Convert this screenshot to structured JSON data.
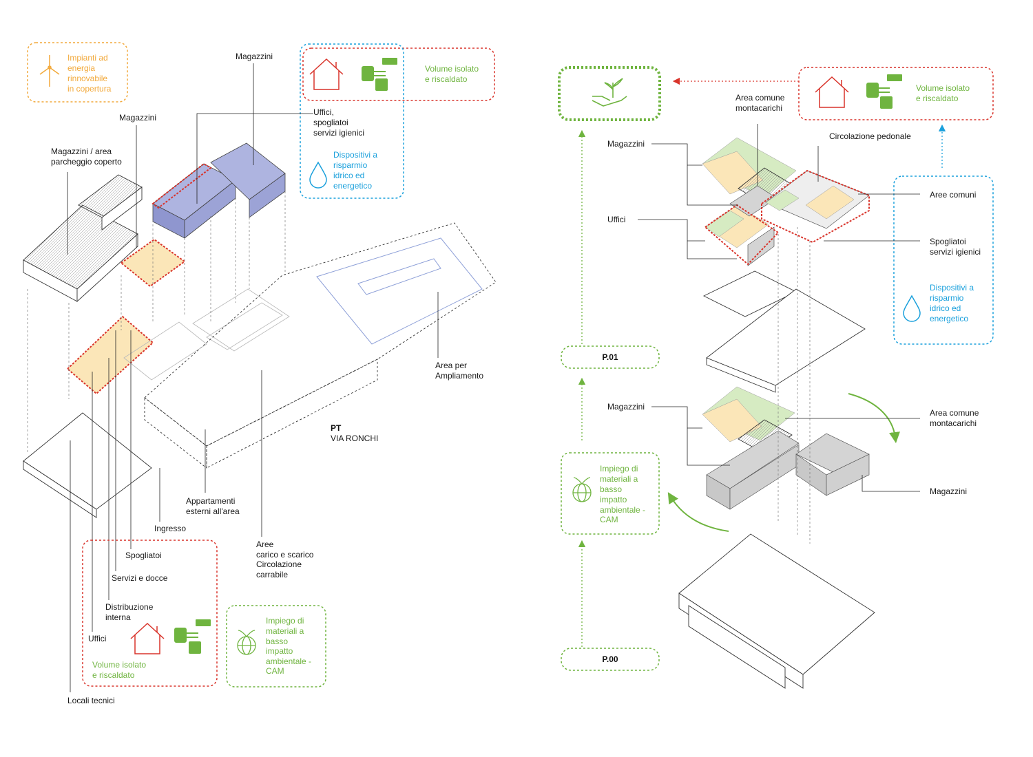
{
  "colors": {
    "red": "#d9342b",
    "green": "#6fb43f",
    "blue": "#1aa0dc",
    "orange": "#f2a93b",
    "yellow_fill": "#fbe6b8",
    "purple_fill": "#aeb4e0",
    "green_fill": "#d6ebc2",
    "grey_fill": "#d4d4d4"
  },
  "icons": {
    "renewable": "wind-turbine-icon",
    "house": "house-icon",
    "energy": "energy-meter-icon",
    "water": "water-drop-icon",
    "globe": "eco-globe-icon",
    "hand_plant": "hand-plant-icon"
  },
  "left": {
    "renewable_box": [
      "Impianti ad",
      "energia",
      "rinnovabile",
      "in copertura"
    ],
    "top_box": {
      "red_text": [
        "Volume isolato",
        "e riscaldato"
      ],
      "rooms": [
        "Uffici,",
        "spogliatoi",
        "servizi igienici"
      ],
      "blue_text": [
        "Dispositivi a",
        "risparmio",
        "idrico ed",
        "energetico"
      ]
    },
    "labels": {
      "magazzini_top": [
        "Magazzini"
      ],
      "magazzini_mid": [
        "Magazzini"
      ],
      "magazzini_parcheggio": [
        "Magazzini / area",
        "parcheggio coperto"
      ],
      "area_ampliamento": [
        "Area per",
        "Ampliamento"
      ],
      "pt_title": "PT",
      "pt_street": "VIA RONCHI",
      "appartamenti": [
        "Appartamenti",
        "esterni all'area"
      ],
      "ingresso": [
        "Ingresso"
      ],
      "aree_carico": [
        "Aree",
        "carico e scarico",
        "Circolazione",
        "carrabile"
      ],
      "spogliatoi": [
        "Spogliatoi"
      ],
      "servizi": [
        "Servizi e docce"
      ],
      "distribuzione": [
        "Distribuzione",
        "interna"
      ],
      "uffici": [
        "Uffici"
      ],
      "locali_tecnici": [
        "Locali tecnici"
      ]
    },
    "bottom_red_box": [
      "Volume isolato",
      "e riscaldato"
    ],
    "bottom_green_box": [
      "Impiego di",
      "materiali a",
      "basso",
      "impatto",
      "ambientale -",
      "CAM"
    ]
  },
  "right": {
    "top_red_box": [
      "Volume isolato",
      "e riscaldato"
    ],
    "blue_box": [
      "Dispositivi a",
      "risparmio",
      "idrico ed",
      "energetico"
    ],
    "green_box": [
      "Impiego di",
      "materiali a",
      "basso",
      "impatto",
      "ambientale -",
      "CAM"
    ],
    "level_p01": "P.01",
    "level_p00": "P.00",
    "labels": {
      "area_comune_top": [
        "Area comune",
        "montacarichi"
      ],
      "circolazione": [
        "Circolazione pedonale"
      ],
      "magazzini_top": [
        "Magazzini"
      ],
      "uffici": [
        "Uffici"
      ],
      "aree_comuni": [
        "Aree comuni"
      ],
      "spogliatoi": [
        "Spogliatoi",
        "servizi igienici"
      ],
      "magazzini_bottom": [
        "Magazzini"
      ],
      "area_comune_bottom": [
        "Area comune",
        "montacarichi"
      ],
      "magazzini_right": [
        "Magazzini"
      ]
    }
  }
}
